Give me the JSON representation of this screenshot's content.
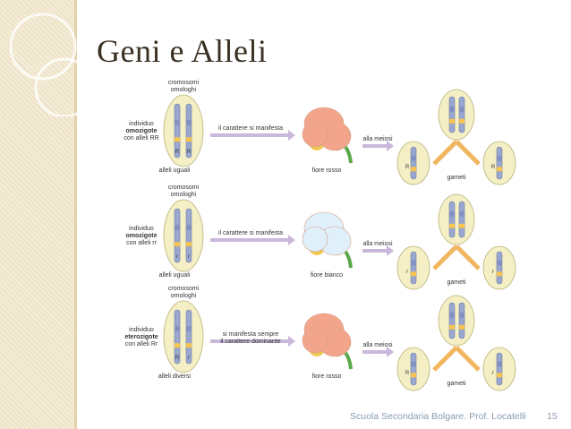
{
  "slide": {
    "title": "Geni e Alleli",
    "footer": "Scuola Secondaria Bolgare. Prof. Locatelli",
    "page_number": "15"
  },
  "colors": {
    "background": "#ffffff",
    "sidebar": "#f4ebd6",
    "title": "#3b3122",
    "footer": "#8a9bb0",
    "arrow": "#c9b8dc",
    "chromosome": "#9aa7cf",
    "oval": "#f4efc4",
    "red_flower": "#f2a58b",
    "white_flower": "#dff0fb"
  },
  "rows": [
    {
      "chrom_label_1": "cromosomi",
      "chrom_label_2": "omologhi",
      "ind_line1": "individuo",
      "ind_line2": "omozigote",
      "ind_line3": "con alleli RR",
      "allele_label": "alleli uguali",
      "arrow_line1": "il carattere si manifesta",
      "arrow_line2": "",
      "flower_label": "fiore rosso",
      "meiosis_label": "alla meiosi",
      "gametes_label": "gameti",
      "allele_a": "R",
      "allele_b": "R"
    },
    {
      "chrom_label_1": "cromosomi",
      "chrom_label_2": "omologhi",
      "ind_line1": "individuo",
      "ind_line2": "omozigote",
      "ind_line3": "con alleli rr",
      "allele_label": "alleli uguali",
      "arrow_line1": "il carattere si manifesta",
      "arrow_line2": "",
      "flower_label": "fiore bianco",
      "meiosis_label": "alla meiosi",
      "gametes_label": "gameti",
      "allele_a": "r",
      "allele_b": "r"
    },
    {
      "chrom_label_1": "cromosomi",
      "chrom_label_2": "omologhi",
      "ind_line1": "individuo",
      "ind_line2": "eterozigote",
      "ind_line3": "con alleli Rr",
      "allele_label": "alleli diversi",
      "arrow_line1": "si manifesta sempre",
      "arrow_line2": "il carattere dominante",
      "flower_label": "fiore rosso",
      "meiosis_label": "alla meiosi",
      "gametes_label": "gameti",
      "allele_a": "R",
      "allele_b": "r"
    }
  ]
}
